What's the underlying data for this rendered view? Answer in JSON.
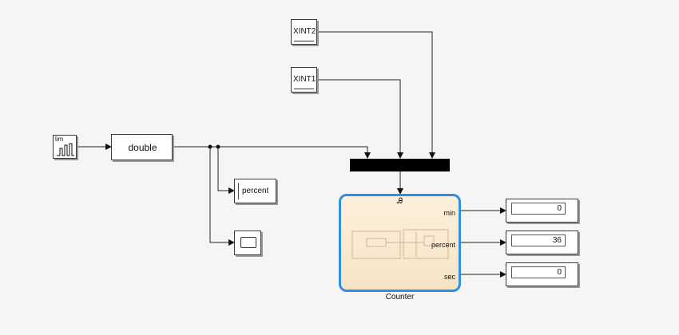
{
  "blocks": {
    "source": {
      "label": "lim"
    },
    "conversion": {
      "label": "double"
    },
    "xint2": {
      "label": "XINT2"
    },
    "xint1": {
      "label": "XINT1"
    },
    "percent_scope": {
      "label": "percent"
    },
    "chart": {
      "label": "Counter",
      "symbol": "Ꭿ",
      "ports": {
        "min": "min",
        "percent": "percent",
        "sec": "sec"
      }
    },
    "displays": [
      {
        "name": "min",
        "value": "0"
      },
      {
        "name": "percent",
        "value": "36"
      },
      {
        "name": "sec",
        "value": "0"
      }
    ]
  },
  "colors": {
    "chart_border": "#2f8fe0",
    "chart_fill": "#f7e4c6",
    "bus": "#000000",
    "canvas": "#f5f5f5"
  }
}
